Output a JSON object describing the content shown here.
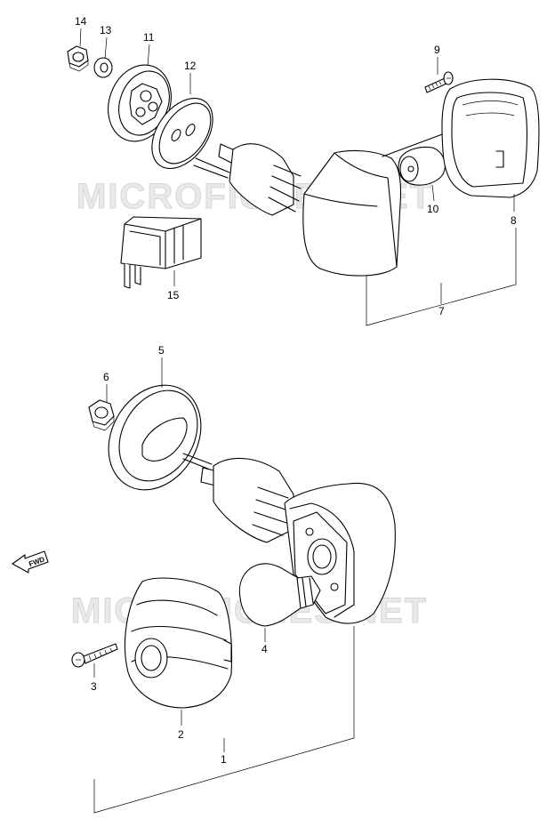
{
  "watermark": "MICROFICHES.NET",
  "fwd_label": "FWD",
  "callouts": {
    "c1": "1",
    "c2": "2",
    "c3": "3",
    "c4": "4",
    "c5": "5",
    "c6": "6",
    "c7": "7",
    "c8": "8",
    "c9": "9",
    "c10": "10",
    "c11": "11",
    "c12": "12",
    "c13": "13",
    "c14": "14",
    "c15": "15"
  }
}
